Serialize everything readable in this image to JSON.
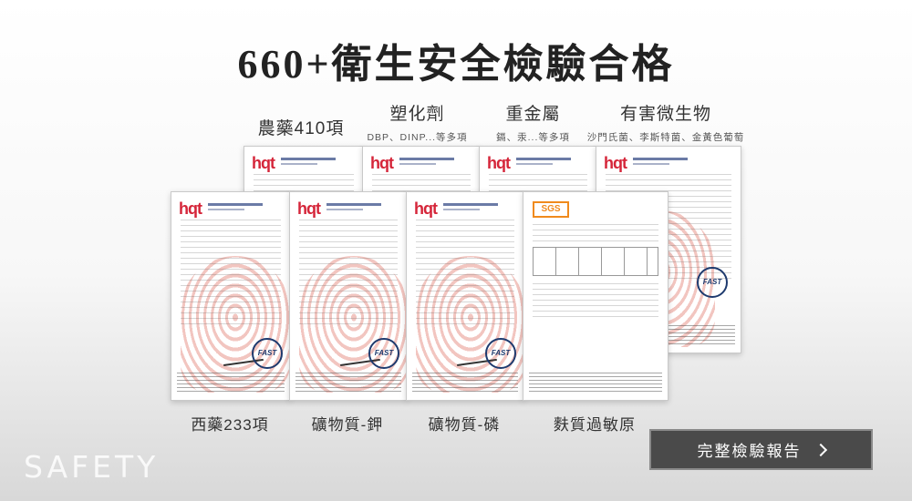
{
  "headline": "660+衛生安全檢驗合格",
  "categories": [
    {
      "name": "農藥410項",
      "sub": ""
    },
    {
      "name": "塑化劑",
      "sub": "DBP、DINP...等多項"
    },
    {
      "name": "重金屬",
      "sub": "鎘、汞...等多項"
    },
    {
      "name": "有害微生物",
      "sub": "沙門氏菌、李斯特菌、金黃色葡萄球菌"
    }
  ],
  "bottom_labels": [
    "西藥233項",
    "礦物質-鉀",
    "礦物質-磷",
    "麩質過敏原"
  ],
  "doc_logo": {
    "h": "h",
    "q": "q",
    "t": "t"
  },
  "sgs_logo": "SGS",
  "seal_text": "FAST",
  "watermark": "SAFETY",
  "cta_label": "完整檢驗報告"
}
